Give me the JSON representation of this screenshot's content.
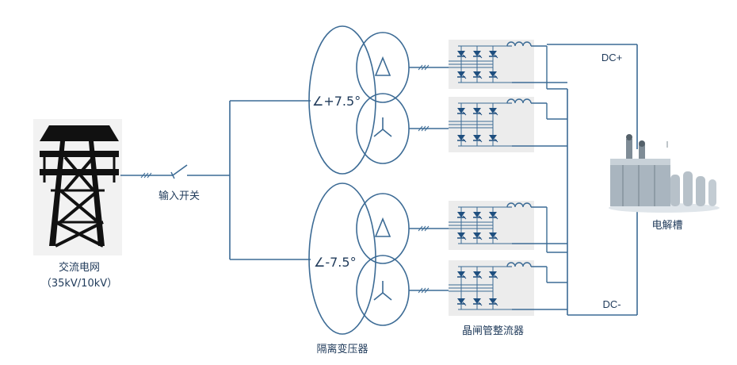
{
  "labels": {
    "grid": "交流电网",
    "grid_voltage": "（35kV/10kV）",
    "input_switch": "输入开关",
    "transformer": "隔离变压器",
    "rectifier": "晶闸管整流器",
    "electrolyzer": "电解槽",
    "dc_plus": "DC+",
    "dc_minus": "DC-",
    "angle_top": "∠+7.5°",
    "angle_bottom": "∠-7.5°"
  },
  "colors": {
    "wire": "#3c6b95",
    "rectifier_bg": "#ececec",
    "text": "#1f3a5a"
  },
  "icons": {
    "tower": "transmission-tower-icon",
    "delta": "delta-winding-icon",
    "wye": "wye-winding-icon",
    "thyristor": "thyristor-icon",
    "inductor": "inductor-icon",
    "electrolyzer": "electrolyzer-tank-icon"
  }
}
